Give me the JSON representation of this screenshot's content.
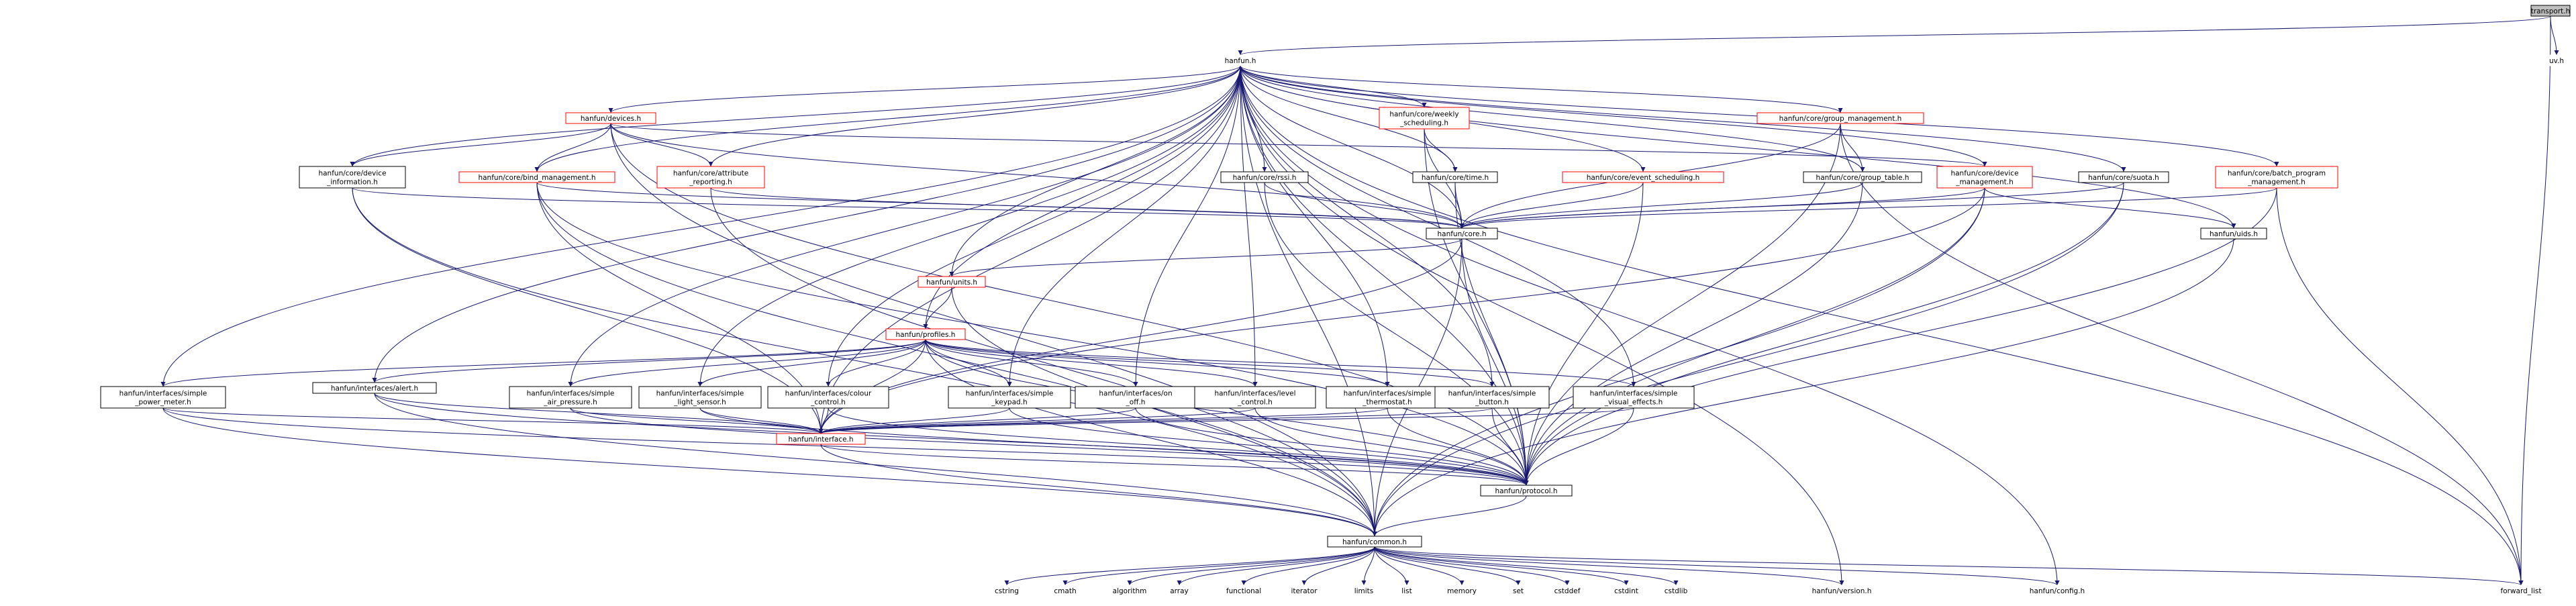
{
  "colors": {
    "edge": "#191970",
    "node_border": "#000000",
    "node_border_red": "#ff0000",
    "root_fill": "#bfbfbf",
    "background": "#ffffff"
  },
  "nodes": [
    {
      "id": "transport",
      "lines": [
        "transport.h"
      ],
      "border": "black",
      "root": true
    },
    {
      "id": "hanfun",
      "lines": [
        "hanfun.h"
      ],
      "border": "none"
    },
    {
      "id": "uv",
      "lines": [
        "uv.h"
      ],
      "border": "none"
    },
    {
      "id": "devices",
      "lines": [
        "hanfun/devices.h"
      ],
      "border": "red"
    },
    {
      "id": "weekly",
      "lines": [
        "hanfun/core/weekly",
        "_scheduling.h"
      ],
      "border": "red"
    },
    {
      "id": "group_mgmt",
      "lines": [
        "hanfun/core/group_management.h"
      ],
      "border": "red"
    },
    {
      "id": "dev_info",
      "lines": [
        "hanfun/core/device",
        "_information.h"
      ],
      "border": "black"
    },
    {
      "id": "bind_mgmt",
      "lines": [
        "hanfun/core/bind_management.h"
      ],
      "border": "red"
    },
    {
      "id": "attr_rep",
      "lines": [
        "hanfun/core/attribute",
        "_reporting.h"
      ],
      "border": "red"
    },
    {
      "id": "rssi",
      "lines": [
        "hanfun/core/rssi.h"
      ],
      "border": "black"
    },
    {
      "id": "time",
      "lines": [
        "hanfun/core/time.h"
      ],
      "border": "black"
    },
    {
      "id": "event_sched",
      "lines": [
        "hanfun/core/event_scheduling.h"
      ],
      "border": "red"
    },
    {
      "id": "group_table",
      "lines": [
        "hanfun/core/group_table.h"
      ],
      "border": "black"
    },
    {
      "id": "dev_mgmt",
      "lines": [
        "hanfun/core/device",
        "_management.h"
      ],
      "border": "red"
    },
    {
      "id": "suota",
      "lines": [
        "hanfun/core/suota.h"
      ],
      "border": "black"
    },
    {
      "id": "batch",
      "lines": [
        "hanfun/core/batch_program",
        "_management.h"
      ],
      "border": "red"
    },
    {
      "id": "core",
      "lines": [
        "hanfun/core.h"
      ],
      "border": "black"
    },
    {
      "id": "uids",
      "lines": [
        "hanfun/uids.h"
      ],
      "border": "black"
    },
    {
      "id": "units",
      "lines": [
        "hanfun/units.h"
      ],
      "border": "red"
    },
    {
      "id": "profiles",
      "lines": [
        "hanfun/profiles.h"
      ],
      "border": "red"
    },
    {
      "id": "power",
      "lines": [
        "hanfun/interfaces/simple",
        "_power_meter.h"
      ],
      "border": "black"
    },
    {
      "id": "alert",
      "lines": [
        "hanfun/interfaces/alert.h"
      ],
      "border": "black"
    },
    {
      "id": "air",
      "lines": [
        "hanfun/interfaces/simple",
        "_air_pressure.h"
      ],
      "border": "black"
    },
    {
      "id": "light",
      "lines": [
        "hanfun/interfaces/simple",
        "_light_sensor.h"
      ],
      "border": "black"
    },
    {
      "id": "colour",
      "lines": [
        "hanfun/interfaces/colour",
        "_control.h"
      ],
      "border": "black"
    },
    {
      "id": "keypad",
      "lines": [
        "hanfun/interfaces/simple",
        "_keypad.h"
      ],
      "border": "black"
    },
    {
      "id": "onoff",
      "lines": [
        "hanfun/interfaces/on",
        "_off.h"
      ],
      "border": "black"
    },
    {
      "id": "level",
      "lines": [
        "hanfun/interfaces/level",
        "_control.h"
      ],
      "border": "black"
    },
    {
      "id": "thermo",
      "lines": [
        "hanfun/interfaces/simple",
        "_thermostat.h"
      ],
      "border": "black"
    },
    {
      "id": "button",
      "lines": [
        "hanfun/interfaces/simple",
        "_button.h"
      ],
      "border": "black"
    },
    {
      "id": "visual",
      "lines": [
        "hanfun/interfaces/simple",
        "_visual_effects.h"
      ],
      "border": "black"
    },
    {
      "id": "interface",
      "lines": [
        "hanfun/interface.h"
      ],
      "border": "red"
    },
    {
      "id": "protocol",
      "lines": [
        "hanfun/protocol.h"
      ],
      "border": "black"
    },
    {
      "id": "common",
      "lines": [
        "hanfun/common.h"
      ],
      "border": "black"
    },
    {
      "id": "cstring",
      "lines": [
        "cstring"
      ],
      "border": "none"
    },
    {
      "id": "cmath",
      "lines": [
        "cmath"
      ],
      "border": "none"
    },
    {
      "id": "algorithm",
      "lines": [
        "algorithm"
      ],
      "border": "none"
    },
    {
      "id": "array",
      "lines": [
        "array"
      ],
      "border": "none"
    },
    {
      "id": "functional",
      "lines": [
        "functional"
      ],
      "border": "none"
    },
    {
      "id": "iterator",
      "lines": [
        "iterator"
      ],
      "border": "none"
    },
    {
      "id": "limits",
      "lines": [
        "limits"
      ],
      "border": "none"
    },
    {
      "id": "list",
      "lines": [
        "list"
      ],
      "border": "none"
    },
    {
      "id": "memory",
      "lines": [
        "memory"
      ],
      "border": "none"
    },
    {
      "id": "set",
      "lines": [
        "set"
      ],
      "border": "none"
    },
    {
      "id": "cstddef",
      "lines": [
        "cstddef"
      ],
      "border": "none"
    },
    {
      "id": "cstdint",
      "lines": [
        "cstdint"
      ],
      "border": "none"
    },
    {
      "id": "cstdlib",
      "lines": [
        "cstdlib"
      ],
      "border": "none"
    },
    {
      "id": "version",
      "lines": [
        "hanfun/version.h"
      ],
      "border": "none"
    },
    {
      "id": "config",
      "lines": [
        "hanfun/config.h"
      ],
      "border": "none"
    },
    {
      "id": "forward_list",
      "lines": [
        "forward_list"
      ],
      "border": "none"
    }
  ],
  "edges": [
    [
      "transport",
      "hanfun"
    ],
    [
      "transport",
      "uv"
    ],
    [
      "transport",
      "forward_list"
    ],
    [
      "hanfun",
      "devices"
    ],
    [
      "hanfun",
      "weekly"
    ],
    [
      "hanfun",
      "group_mgmt"
    ],
    [
      "hanfun",
      "dev_info"
    ],
    [
      "hanfun",
      "bind_mgmt"
    ],
    [
      "hanfun",
      "attr_rep"
    ],
    [
      "hanfun",
      "rssi"
    ],
    [
      "hanfun",
      "time"
    ],
    [
      "hanfun",
      "event_sched"
    ],
    [
      "hanfun",
      "group_table"
    ],
    [
      "hanfun",
      "dev_mgmt"
    ],
    [
      "hanfun",
      "suota"
    ],
    [
      "hanfun",
      "batch"
    ],
    [
      "hanfun",
      "core"
    ],
    [
      "hanfun",
      "uids"
    ],
    [
      "hanfun",
      "units"
    ],
    [
      "hanfun",
      "profiles"
    ],
    [
      "hanfun",
      "power"
    ],
    [
      "hanfun",
      "alert"
    ],
    [
      "hanfun",
      "air"
    ],
    [
      "hanfun",
      "light"
    ],
    [
      "hanfun",
      "colour"
    ],
    [
      "hanfun",
      "keypad"
    ],
    [
      "hanfun",
      "onoff"
    ],
    [
      "hanfun",
      "level"
    ],
    [
      "hanfun",
      "thermo"
    ],
    [
      "hanfun",
      "button"
    ],
    [
      "hanfun",
      "visual"
    ],
    [
      "hanfun",
      "interface"
    ],
    [
      "hanfun",
      "protocol"
    ],
    [
      "hanfun",
      "common"
    ],
    [
      "hanfun",
      "version"
    ],
    [
      "hanfun",
      "config"
    ],
    [
      "hanfun",
      "forward_list"
    ],
    [
      "devices",
      "dev_info"
    ],
    [
      "devices",
      "bind_mgmt"
    ],
    [
      "devices",
      "attr_rep"
    ],
    [
      "devices",
      "dev_mgmt"
    ],
    [
      "devices",
      "core"
    ],
    [
      "devices",
      "protocol"
    ],
    [
      "devices",
      "common"
    ],
    [
      "weekly",
      "time"
    ],
    [
      "weekly",
      "core"
    ],
    [
      "weekly",
      "protocol"
    ],
    [
      "group_mgmt",
      "group_table"
    ],
    [
      "group_mgmt",
      "core"
    ],
    [
      "group_mgmt",
      "protocol"
    ],
    [
      "group_mgmt",
      "forward_list"
    ],
    [
      "dev_info",
      "core"
    ],
    [
      "dev_info",
      "interface"
    ],
    [
      "dev_info",
      "common"
    ],
    [
      "bind_mgmt",
      "core"
    ],
    [
      "bind_mgmt",
      "protocol"
    ],
    [
      "bind_mgmt",
      "interface"
    ],
    [
      "bind_mgmt",
      "common"
    ],
    [
      "attr_rep",
      "core"
    ],
    [
      "attr_rep",
      "common"
    ],
    [
      "rssi",
      "core"
    ],
    [
      "rssi",
      "protocol"
    ],
    [
      "time",
      "core"
    ],
    [
      "time",
      "protocol"
    ],
    [
      "event_sched",
      "core"
    ],
    [
      "event_sched",
      "protocol"
    ],
    [
      "group_table",
      "core"
    ],
    [
      "group_table",
      "protocol"
    ],
    [
      "dev_mgmt",
      "core"
    ],
    [
      "dev_mgmt",
      "uids"
    ],
    [
      "dev_mgmt",
      "protocol"
    ],
    [
      "dev_mgmt",
      "interface"
    ],
    [
      "dev_mgmt",
      "common"
    ],
    [
      "suota",
      "core"
    ],
    [
      "suota",
      "protocol"
    ],
    [
      "suota",
      "common"
    ],
    [
      "batch",
      "core"
    ],
    [
      "batch",
      "protocol"
    ],
    [
      "batch",
      "forward_list"
    ],
    [
      "core",
      "units"
    ],
    [
      "core",
      "interface"
    ],
    [
      "core",
      "protocol"
    ],
    [
      "core",
      "common"
    ],
    [
      "uids",
      "common"
    ],
    [
      "units",
      "profiles"
    ],
    [
      "units",
      "common"
    ],
    [
      "profiles",
      "power"
    ],
    [
      "profiles",
      "alert"
    ],
    [
      "profiles",
      "air"
    ],
    [
      "profiles",
      "light"
    ],
    [
      "profiles",
      "colour"
    ],
    [
      "profiles",
      "keypad"
    ],
    [
      "profiles",
      "onoff"
    ],
    [
      "profiles",
      "level"
    ],
    [
      "profiles",
      "thermo"
    ],
    [
      "profiles",
      "button"
    ],
    [
      "profiles",
      "visual"
    ],
    [
      "profiles",
      "interface"
    ],
    [
      "profiles",
      "protocol"
    ],
    [
      "profiles",
      "common"
    ],
    [
      "power",
      "interface"
    ],
    [
      "power",
      "protocol"
    ],
    [
      "power",
      "common"
    ],
    [
      "alert",
      "interface"
    ],
    [
      "alert",
      "protocol"
    ],
    [
      "alert",
      "common"
    ],
    [
      "air",
      "interface"
    ],
    [
      "air",
      "protocol"
    ],
    [
      "light",
      "interface"
    ],
    [
      "light",
      "protocol"
    ],
    [
      "colour",
      "interface"
    ],
    [
      "colour",
      "protocol"
    ],
    [
      "keypad",
      "interface"
    ],
    [
      "keypad",
      "protocol"
    ],
    [
      "onoff",
      "interface"
    ],
    [
      "onoff",
      "protocol"
    ],
    [
      "level",
      "interface"
    ],
    [
      "level",
      "protocol"
    ],
    [
      "thermo",
      "interface"
    ],
    [
      "thermo",
      "protocol"
    ],
    [
      "button",
      "interface"
    ],
    [
      "button",
      "protocol"
    ],
    [
      "visual",
      "interface"
    ],
    [
      "visual",
      "protocol"
    ],
    [
      "interface",
      "protocol"
    ],
    [
      "interface",
      "common"
    ],
    [
      "protocol",
      "common"
    ],
    [
      "common",
      "cstring"
    ],
    [
      "common",
      "cmath"
    ],
    [
      "common",
      "algorithm"
    ],
    [
      "common",
      "array"
    ],
    [
      "common",
      "functional"
    ],
    [
      "common",
      "iterator"
    ],
    [
      "common",
      "limits"
    ],
    [
      "common",
      "list"
    ],
    [
      "common",
      "memory"
    ],
    [
      "common",
      "set"
    ],
    [
      "common",
      "cstddef"
    ],
    [
      "common",
      "cstdint"
    ],
    [
      "common",
      "cstdlib"
    ],
    [
      "common",
      "version"
    ],
    [
      "common",
      "config"
    ],
    [
      "common",
      "forward_list"
    ]
  ]
}
